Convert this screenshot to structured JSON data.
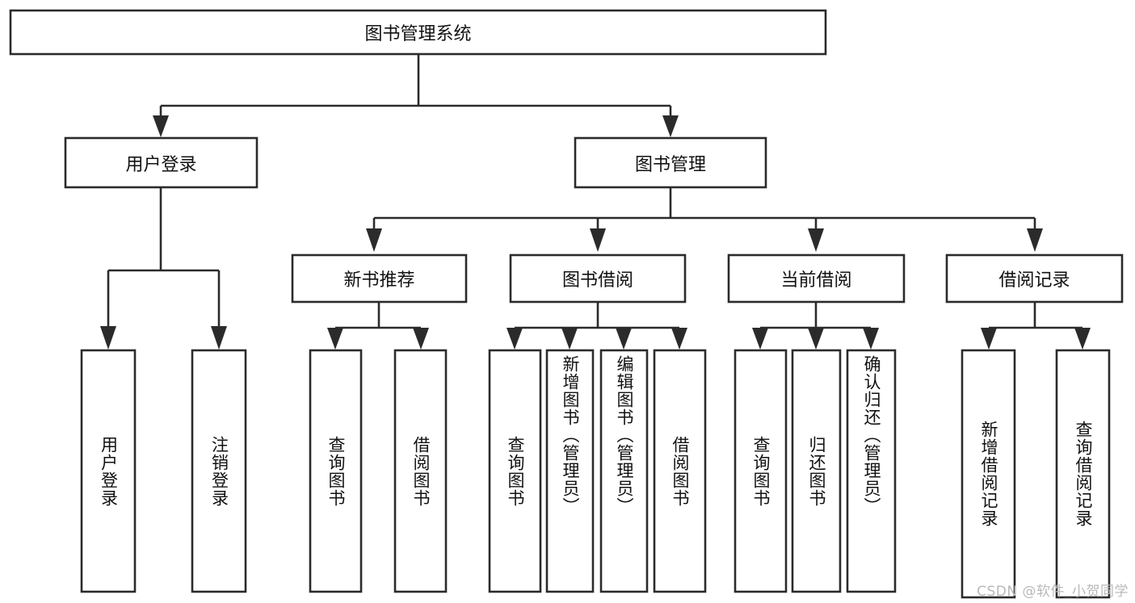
{
  "diagram": {
    "type": "tree",
    "title": "图书管理系统",
    "root": {
      "id": "root",
      "label": "图书管理系统"
    },
    "level2": [
      {
        "id": "user-login",
        "label": "用户登录"
      },
      {
        "id": "book-management",
        "label": "图书管理"
      }
    ],
    "level3": [
      {
        "id": "new-book-recommend",
        "label": "新书推荐",
        "parent": "book-management"
      },
      {
        "id": "book-borrow",
        "label": "图书借阅",
        "parent": "book-management"
      },
      {
        "id": "current-borrow",
        "label": "当前借阅",
        "parent": "book-management"
      },
      {
        "id": "borrow-record",
        "label": "借阅记录",
        "parent": "book-management"
      }
    ],
    "leaves": [
      {
        "id": "leaf-user-login",
        "label": "用户登录",
        "parent": "user-login"
      },
      {
        "id": "leaf-logout-login",
        "label": "注销登录",
        "parent": "user-login"
      },
      {
        "id": "leaf-query-book-1",
        "label": "查询图书",
        "parent": "new-book-recommend"
      },
      {
        "id": "leaf-borrow-book-1",
        "label": "借阅图书",
        "parent": "new-book-recommend"
      },
      {
        "id": "leaf-query-book-2",
        "label": "查询图书",
        "parent": "book-borrow"
      },
      {
        "id": "leaf-add-book",
        "label": "新增图书（管理员）",
        "parent": "book-borrow"
      },
      {
        "id": "leaf-edit-book",
        "label": "编辑图书（管理员）",
        "parent": "book-borrow"
      },
      {
        "id": "leaf-borrow-book-2",
        "label": "借阅图书",
        "parent": "book-borrow"
      },
      {
        "id": "leaf-query-book-3",
        "label": "查询图书",
        "parent": "current-borrow"
      },
      {
        "id": "leaf-return-book",
        "label": "归还图书",
        "parent": "current-borrow"
      },
      {
        "id": "leaf-confirm-return",
        "label": "确认归还（管理员）",
        "parent": "current-borrow"
      },
      {
        "id": "leaf-add-record",
        "label": "新增借阅记录",
        "parent": "borrow-record"
      },
      {
        "id": "leaf-query-record",
        "label": "查询借阅记录",
        "parent": "borrow-record"
      }
    ],
    "colors": {
      "stroke": "#2b2b2b",
      "fill": "#ffffff",
      "text": "#111111",
      "watermark": "#b9b9b9"
    }
  },
  "watermark": {
    "text": "CSDN @软件_小贺同学"
  }
}
